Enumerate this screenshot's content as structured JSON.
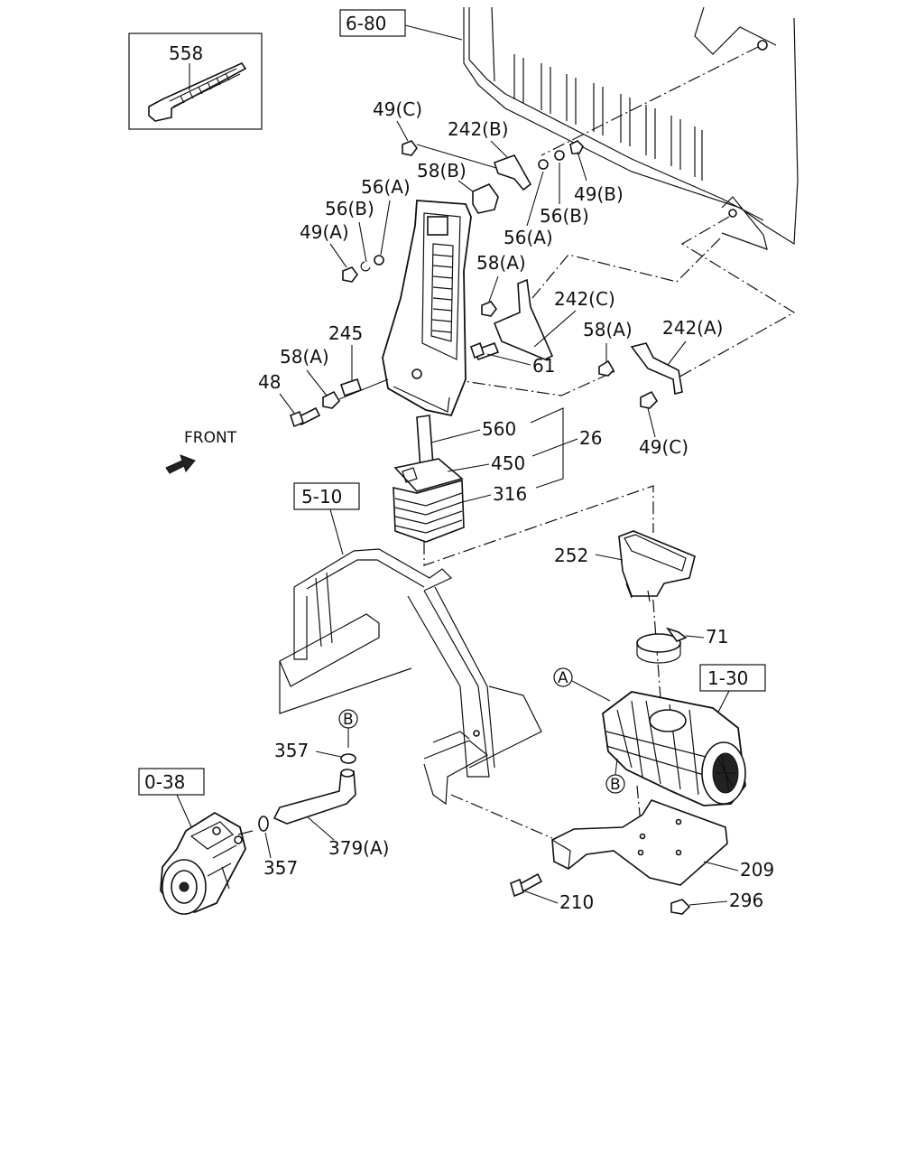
{
  "refs": {
    "ref_6_80": "6-80",
    "ref_5_10": "5-10",
    "ref_1_30": "1-30",
    "ref_0_38": "0-38"
  },
  "front_label": "FRONT",
  "markers": {
    "a": "A",
    "b": "B"
  },
  "callouts": {
    "c558": "558",
    "c49c_top": "49(C)",
    "c242b": "242(B)",
    "c58b": "58(B)",
    "c56a_top": "56(A)",
    "c56b_left": "56(B)",
    "c49a": "49(A)",
    "c49b": "49(B)",
    "c56b_right": "56(B)",
    "c56a_mid": "56(A)",
    "c58a_mid": "58(A)",
    "c242c": "242(C)",
    "c245": "245",
    "c58a_left": "58(A)",
    "c58a_right": "58(A)",
    "c242a": "242(A)",
    "c61": "61",
    "c48": "48",
    "c49c_bottom": "49(C)",
    "c560": "560",
    "c26": "26",
    "c450": "450",
    "c316": "316",
    "c252": "252",
    "c71": "71",
    "c357_top": "357",
    "c357_bottom": "357",
    "c379a": "379(A)",
    "c209": "209",
    "c210": "210",
    "c296": "296"
  }
}
